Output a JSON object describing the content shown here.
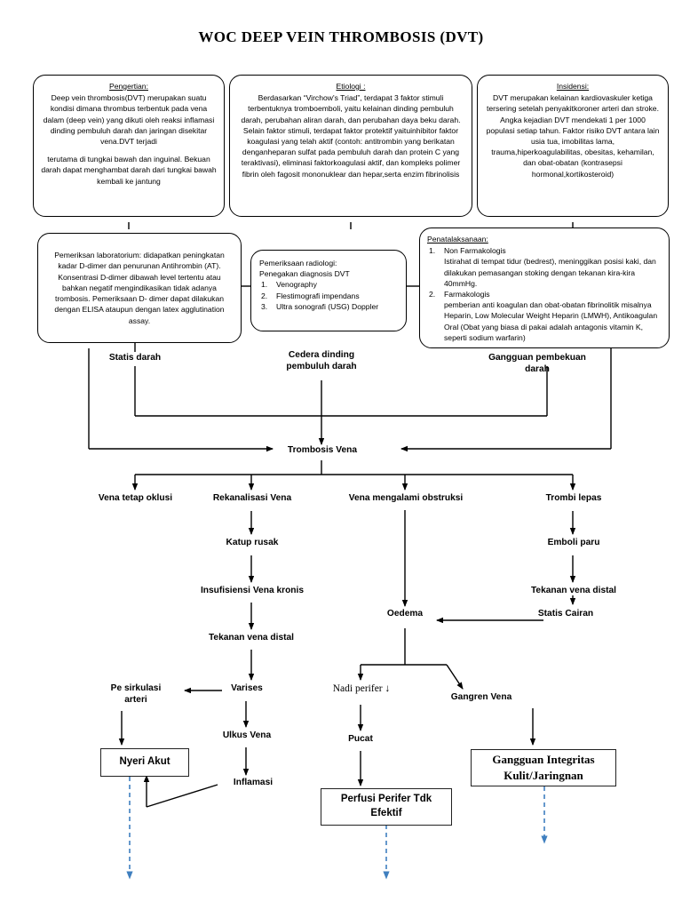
{
  "title": "WOC DEEP VEIN THROMBOSIS (DVT)",
  "colors": {
    "stroke": "#000000",
    "box_border": "#222222",
    "dashed_arrow": "#3f7fbf",
    "background": "#ffffff"
  },
  "info_boxes": {
    "pengertian": {
      "heading": "Pengertian:",
      "paragraph1": "Deep vein thrombosis(DVT) merupakan suatu kondisi dimana thrombus terbentuk pada vena dalam (deep vein) yang dikuti oleh reaksi inflamasi dinding pembuluh darah dan jaringan disekitar vena.DVT terjadi",
      "paragraph2": "terutama di tungkai bawah dan inguinal. Bekuan darah dapat menghambat darah dari tungkai bawah kembali ke jantung"
    },
    "etiologi": {
      "heading": "Etiologi :",
      "paragraph": "Berdasarkan “Virchow's Triad”, terdapat 3 faktor stimuli terbentuknya tromboemboli, yaitu kelainan dinding pembuluh darah, perubahan aliran darah, dan perubahan daya beku darah. Selain faktor stimuli, terdapat faktor protektif yaituinhibitor faktor koagulasi yang telah aktif (contoh: antitrombin yang berikatan denganheparan sulfat pada pembuluh darah dan protein C yang teraktivasi), eliminasi faktorkoagulasi aktif, dan kompleks polimer fibrin oleh fagosit mononuklear dan hepar,serta enzim fibrinolisis"
    },
    "insidensi": {
      "heading": "Insidensi:",
      "paragraph": "DVT merupakan kelainan kardiovaskuler ketiga tersering setelah penyakitkoroner arteri dan stroke. Angka kejadian DVT mendekati 1 per 1000 populasi setiap tahun. Faktor risiko DVT antara lain usia tua, imobilitas lama, trauma,hiperkoagulabilitas, obesitas, kehamilan, dan obat-obatan (kontrasepsi hormonal,kortikosteroid)"
    },
    "laboratorium": {
      "paragraph": "Pemeriksan laboratorium:  didapatkan peningkatan kadar D-dimer dan penurunan Antihrombin (AT). Konsentrasi D-dimer dibawah level tertentu atau bahkan negatif mengindikasikan tidak adanya trombosis. Pemeriksaan D- dimer dapat dilakukan dengan ELISA ataupun dengan latex agglutination assay."
    },
    "radiologi": {
      "line1": "Pemeriksaan radiologi:",
      "line2": "Penegakan diagnosis DVT",
      "items": [
        {
          "num": "1.",
          "text": "Venography"
        },
        {
          "num": "2.",
          "text": "Flestimografi impendans"
        },
        {
          "num": "3.",
          "text": "Ultra sonografi (USG) Doppler"
        }
      ]
    },
    "penatalaksanaan": {
      "heading": "Penatalaksanaan:",
      "items": [
        {
          "num": "1.",
          "title": "Non Farmakologis",
          "body": "Istirahat di tempat tidur (bedrest), meninggikan posisi kaki, dan dilakukan pemasangan stoking dengan tekanan kira-kira 40mmHg."
        },
        {
          "num": "2.",
          "title": "Farmakologis",
          "body": "pemberian anti koagulan dan obat-obatan fibrinolitik misalnya Heparin, Low Molecular Weight Heparin (LMWH), Antikoagulan Oral (Obat yang biasa di pakai adalah antagonis vitamin K, seperti sodium warfarin)"
        }
      ]
    }
  },
  "flow_labels": {
    "statis_darah": "Statis darah",
    "cedera_dinding": "Cedera dinding\npembuluh darah",
    "gangguan_pembekuan": "Gangguan pembekuan\ndarah",
    "trombosis_vena": "Trombosis Vena",
    "vena_tetap_oklusi": "Vena tetap oklusi",
    "rekanalisasi_vena": "Rekanalisasi Vena",
    "vena_obstruksi": "Vena mengalami obstruksi",
    "trombi_lepas": "Trombi lepas",
    "katup_rusak": "Katup rusak",
    "emboli_paru": "Emboli paru",
    "insufisiensi_vena": "Insufisiensi Vena kronis",
    "tekanan_vena_distal_right": "Tekanan vena distal",
    "tekanan_vena_distal_left": "Tekanan vena distal",
    "oedema": "Oedema",
    "statis_cairan": "Statis Cairan",
    "pe_sirkulasi_arteri": "Pe sirkulasi\narteri",
    "varises": "Varises",
    "nadi_perifer": "Nadi perifer ↓",
    "gangren_vena": "Gangren Vena",
    "ulkus_vena": "Ulkus Vena",
    "pucat": "Pucat",
    "inflamasi": "Inflamasi"
  },
  "diagnosis_boxes": {
    "nyeri_akut": "Nyeri Akut",
    "perfusi_perifer": "Perfusi Perifer Tdk Efektif",
    "gangguan_integritas": "Gangguan Integritas Kulit/Jaringnan"
  }
}
